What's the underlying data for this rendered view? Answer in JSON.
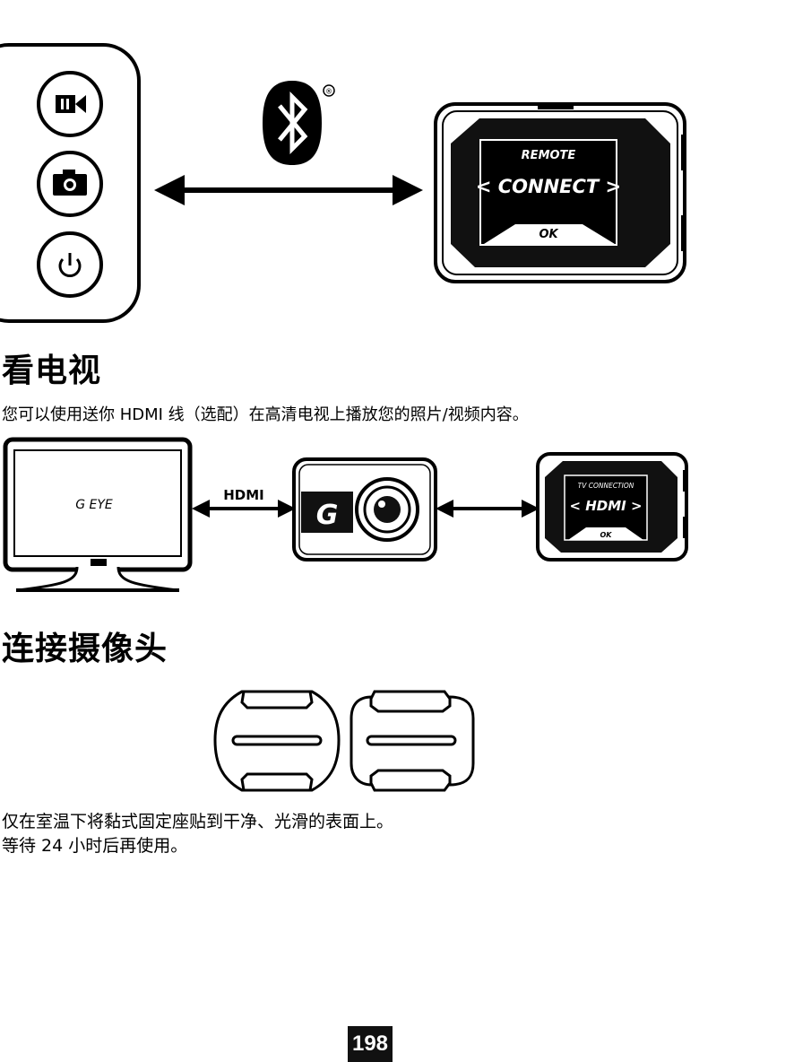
{
  "remote_section": {
    "buttons": [
      "record-button",
      "photo-button",
      "power-button"
    ],
    "bluetooth_mark": "®",
    "camera_screen": {
      "mode_label": "REMOTE",
      "connect_label": "< CONNECT >",
      "ok_label": "OK"
    }
  },
  "tv_section": {
    "heading": "看电视",
    "description": "您可以使用送你 HDMI 线（选配）在高清电视上播放您的照片/视频内容。",
    "tv_screen_text": "G EYE",
    "cable_label": "HDMI",
    "camera_screen": {
      "mode_label": "TV CONNECTION",
      "connect_label": "< HDMI >",
      "ok_label": "OK"
    }
  },
  "mount_section": {
    "heading": "连接摄像头",
    "instruction_line1": "仅在室温下将黏式固定座贴到干净、光滑的表面上。",
    "instruction_line2": "等待 24 小时后再使用。"
  },
  "page_number": "198",
  "colors": {
    "ink": "#000000",
    "paper": "#ffffff",
    "screen": "#111111"
  }
}
